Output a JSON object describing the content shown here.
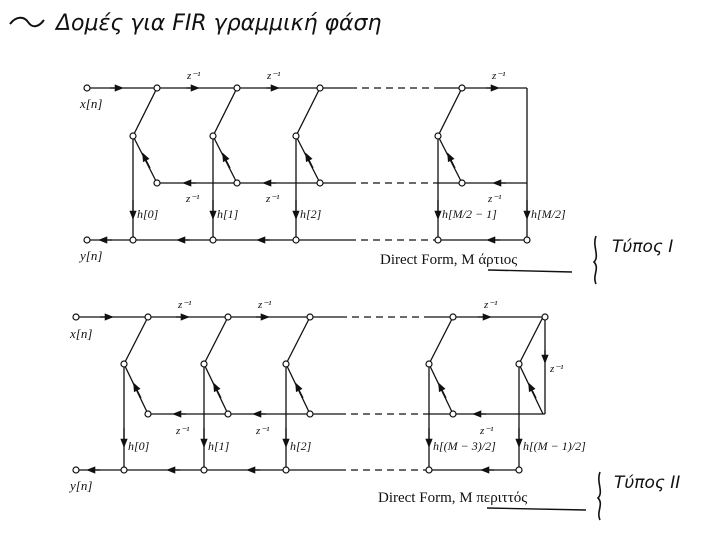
{
  "heading": "Δομές για FIR γραμμική φάση",
  "diagram_even": {
    "input_label": "x[n]",
    "output_label": "y[n]",
    "delay_label": "z⁻¹",
    "coeffs": [
      "h[0]",
      "h[1]",
      "h[2]",
      "h[M/2 − 1]",
      "h[M/2]"
    ],
    "caption_prefix": "Direct Form, ",
    "caption_underlined": "M άρτιος",
    "type_label": "Τύπος Ι"
  },
  "diagram_odd": {
    "input_label": "x[n]",
    "output_label": "y[n]",
    "delay_label": "z⁻¹",
    "coeffs": [
      "h[0]",
      "h[1]",
      "h[2]",
      "h[(M − 3)/2]",
      "h[(M − 1)/2]"
    ],
    "caption_prefix": "Direct Form, ",
    "caption_underlined": "M περιττός",
    "type_label": "Τύπος ΙΙ"
  }
}
